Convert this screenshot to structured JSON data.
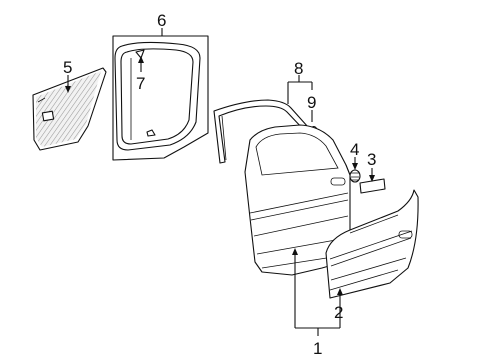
{
  "diagram": {
    "callouts": [
      {
        "id": "1",
        "label": "1"
      },
      {
        "id": "2",
        "label": "2"
      },
      {
        "id": "3",
        "label": "3"
      },
      {
        "id": "4",
        "label": "4"
      },
      {
        "id": "5",
        "label": "5"
      },
      {
        "id": "6",
        "label": "6"
      },
      {
        "id": "7",
        "label": "7"
      },
      {
        "id": "8",
        "label": "8"
      },
      {
        "id": "9",
        "label": "9"
      }
    ],
    "colors": {
      "line": "#111111",
      "background": "#ffffff",
      "shading": "#9a9a9a"
    }
  }
}
